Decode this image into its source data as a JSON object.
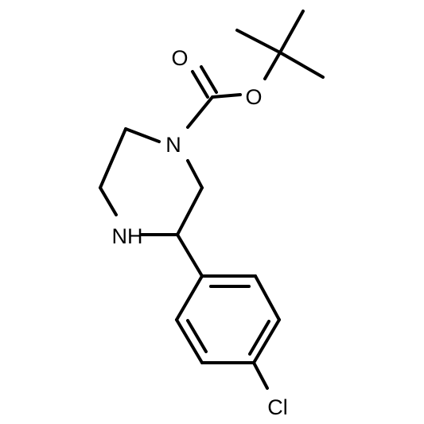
{
  "molecule": {
    "atom_labels": {
      "carbonyl_oxygen": "O",
      "ester_oxygen": "O",
      "ring_nitrogen_boc": "N",
      "ring_nitrogen_h": "NH",
      "chlorine": "Cl"
    }
  }
}
